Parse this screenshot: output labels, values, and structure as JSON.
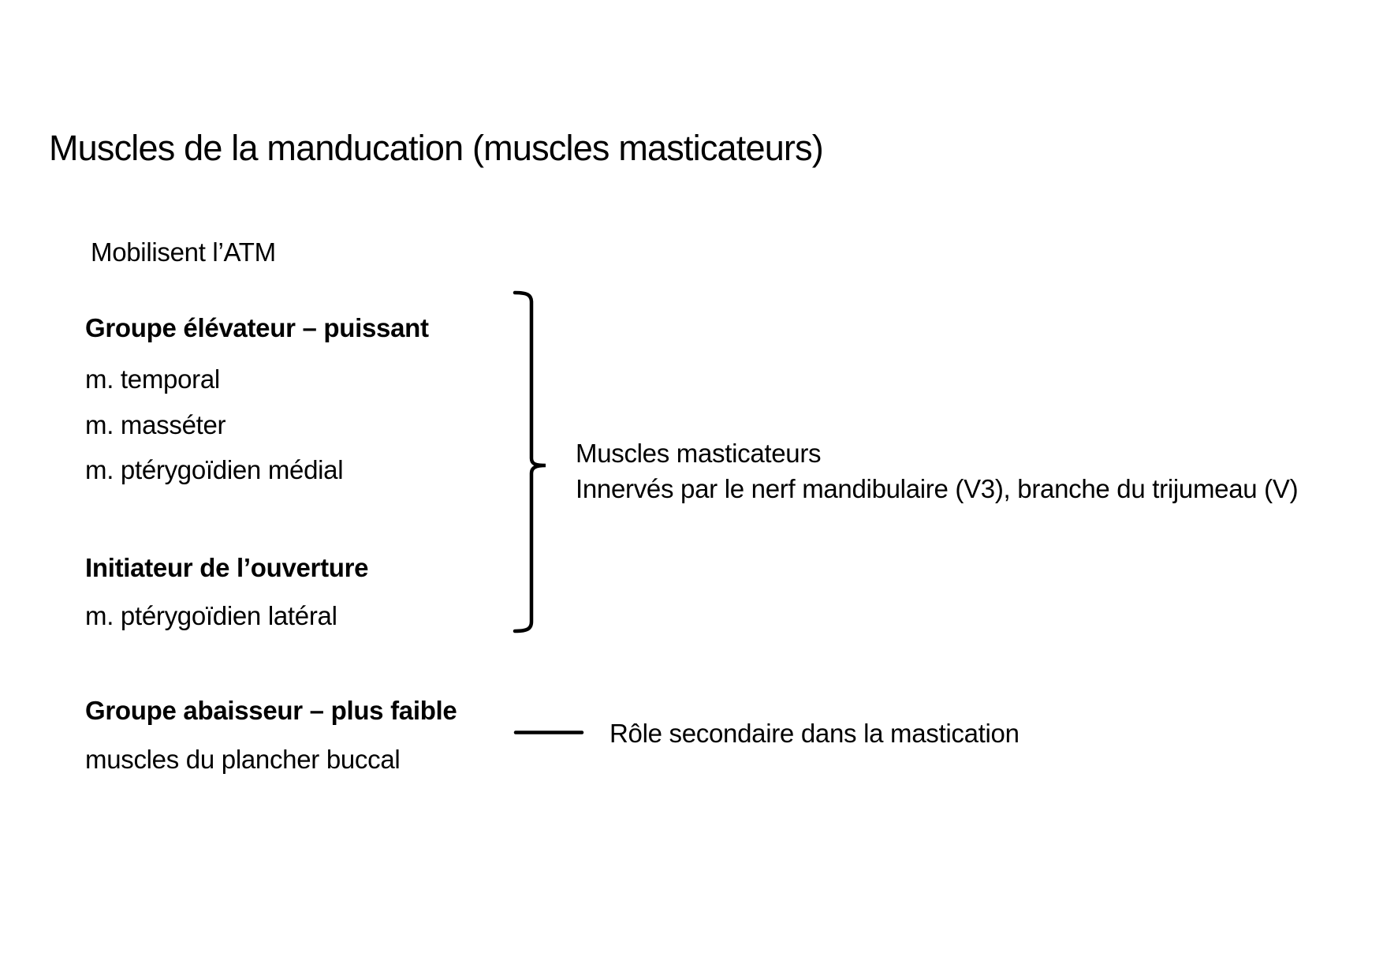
{
  "title": "Muscles de la manducation (muscles masticateurs)",
  "intro": "Mobilisent l’ATM",
  "groups": {
    "elevator": {
      "heading": "Groupe élévateur – puissant",
      "items": [
        "m. temporal",
        "m. masséter",
        "m. ptérygoïdien médial"
      ]
    },
    "initiator": {
      "heading": "Initiateur de l’ouverture",
      "items": [
        "m. ptérygoïdien latéral"
      ]
    },
    "depressor": {
      "heading": "Groupe abaisseur – plus faible",
      "items": [
        "muscles du plancher buccal"
      ]
    }
  },
  "brace_note": {
    "line1": "Muscles masticateurs",
    "line2": "Innervés par le nerf mandibulaire (V3), branche du trijumeau (V)"
  },
  "line_note": "Rôle secondaire dans la mastication",
  "colors": {
    "text": "#000000",
    "background": "#ffffff"
  }
}
